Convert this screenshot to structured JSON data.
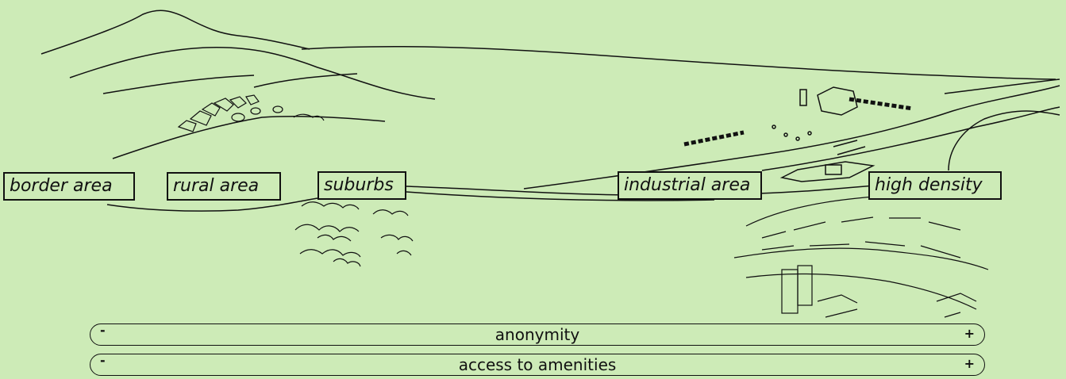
{
  "zones": [
    {
      "label": "border area"
    },
    {
      "label": "rural area"
    },
    {
      "label": "suburbs"
    },
    {
      "label": "industrial area"
    },
    {
      "label": "high density"
    }
  ],
  "scales": [
    {
      "name": "anonymity",
      "low": "-",
      "high": "+"
    },
    {
      "name": "access to amenities",
      "low": "-",
      "high": "+"
    }
  ],
  "colors": {
    "background": "#cdebb7",
    "ink": "#111111"
  }
}
